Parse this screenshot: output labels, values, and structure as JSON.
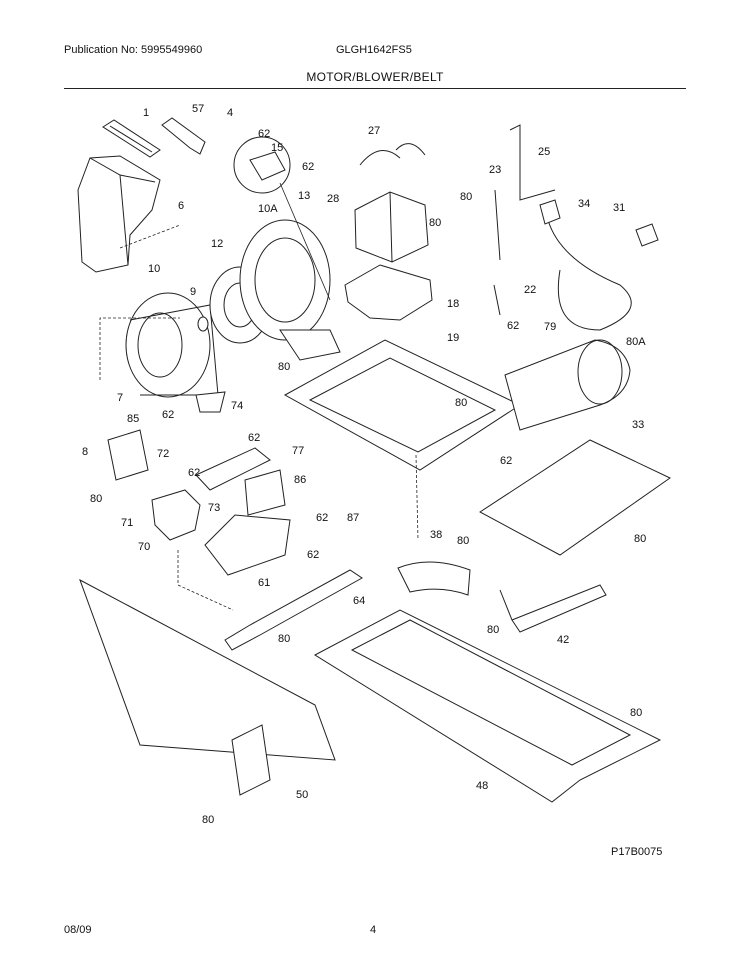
{
  "header": {
    "publication": "Publication No: 5995549960",
    "model": "GLGH1642FS5",
    "section_title": "MOTOR/BLOWER/BELT"
  },
  "footer": {
    "figure_code": "P17B0075",
    "date": "08/09",
    "page_number": "4"
  },
  "callouts": [
    "1",
    "57",
    "4",
    "62",
    "15",
    "62",
    "13",
    "6",
    "10A",
    "27",
    "28",
    "80",
    "80",
    "25",
    "23",
    "34",
    "31",
    "12",
    "10",
    "9",
    "18",
    "22",
    "80",
    "7",
    "62",
    "79",
    "80A",
    "19",
    "80",
    "85",
    "62",
    "74",
    "62",
    "77",
    "8",
    "72",
    "62",
    "86",
    "80",
    "73",
    "71",
    "70",
    "62",
    "87",
    "62",
    "61",
    "62",
    "33",
    "38",
    "80",
    "80",
    "64",
    "80",
    "42",
    "80",
    "80",
    "48",
    "50",
    "80"
  ]
}
